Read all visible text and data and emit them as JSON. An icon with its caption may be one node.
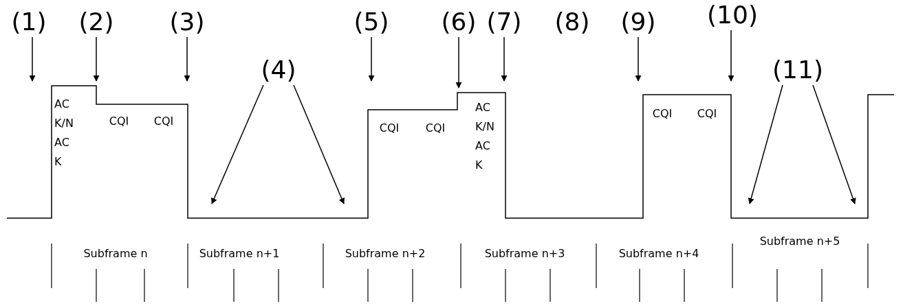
{
  "diagram": {
    "nodes": [
      {
        "text": [
          "(1)"
        ]
      },
      {
        "text": [
          "(2)"
        ]
      },
      {
        "text": [
          "(3)"
        ]
      },
      {
        "text": [
          "(4)"
        ]
      },
      {
        "text": [
          "(5)"
        ]
      },
      {
        "text": [
          "(6)"
        ]
      },
      {
        "text": [
          "(7)"
        ]
      },
      {
        "text": [
          "(9)"
        ]
      },
      {
        "text": [
          "(10)"
        ]
      },
      {
        "text": [
          "(11)"
        ]
      }
    ],
    "edges": [
      {
        "from": 0,
        "to": null,
        "arrow": "to"
      },
      {
        "from": 1,
        "to": null,
        "arrow": "to"
      },
      {
        "from": 2,
        "to": null,
        "arrow": "to"
      },
      {
        "from": 3,
        "to": null,
        "arrow": "to"
      },
      {
        "from": 3,
        "to": null,
        "arrow": "to"
      },
      {
        "from": 4,
        "to": null,
        "arrow": "to"
      },
      {
        "from": 5,
        "to": null,
        "arrow": "to"
      },
      {
        "from": 6,
        "to": null,
        "arrow": "to"
      },
      {
        "from": 7,
        "to": null,
        "arrow": "to"
      },
      {
        "from": 8,
        "to": null,
        "arrow": "to"
      },
      {
        "from": 9,
        "to": null,
        "arrow": "to"
      },
      {
        "from": 9,
        "to": null,
        "arrow": "to"
      }
    ],
    "labels": [
      "(8)",
      "AC K/N AC K",
      "CQI",
      "CQI",
      "CQI",
      "CQI",
      "AC K/N AC K",
      "CQI",
      "CQI",
      "Subframe n",
      "Subframe n+1",
      "Subframe n+2",
      "Subframe n+3",
      "Subframe n+4",
      "Subframe n+5"
    ]
  }
}
